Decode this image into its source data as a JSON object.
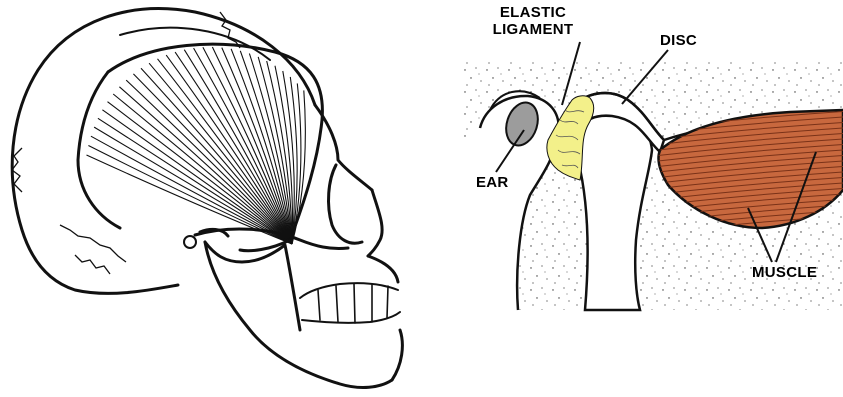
{
  "labels": {
    "elastic_ligament_line1": "ELASTIC",
    "elastic_ligament_line2": "LIGAMENT",
    "disc": "DISC",
    "ear": "EAR",
    "muscle": "MUSCLE"
  },
  "colors": {
    "ligament": "#f3f08a",
    "muscle": "#c8683e",
    "muscle_fiber": "#7a3218",
    "ear": "#9c9c9c",
    "outline": "#111111"
  }
}
